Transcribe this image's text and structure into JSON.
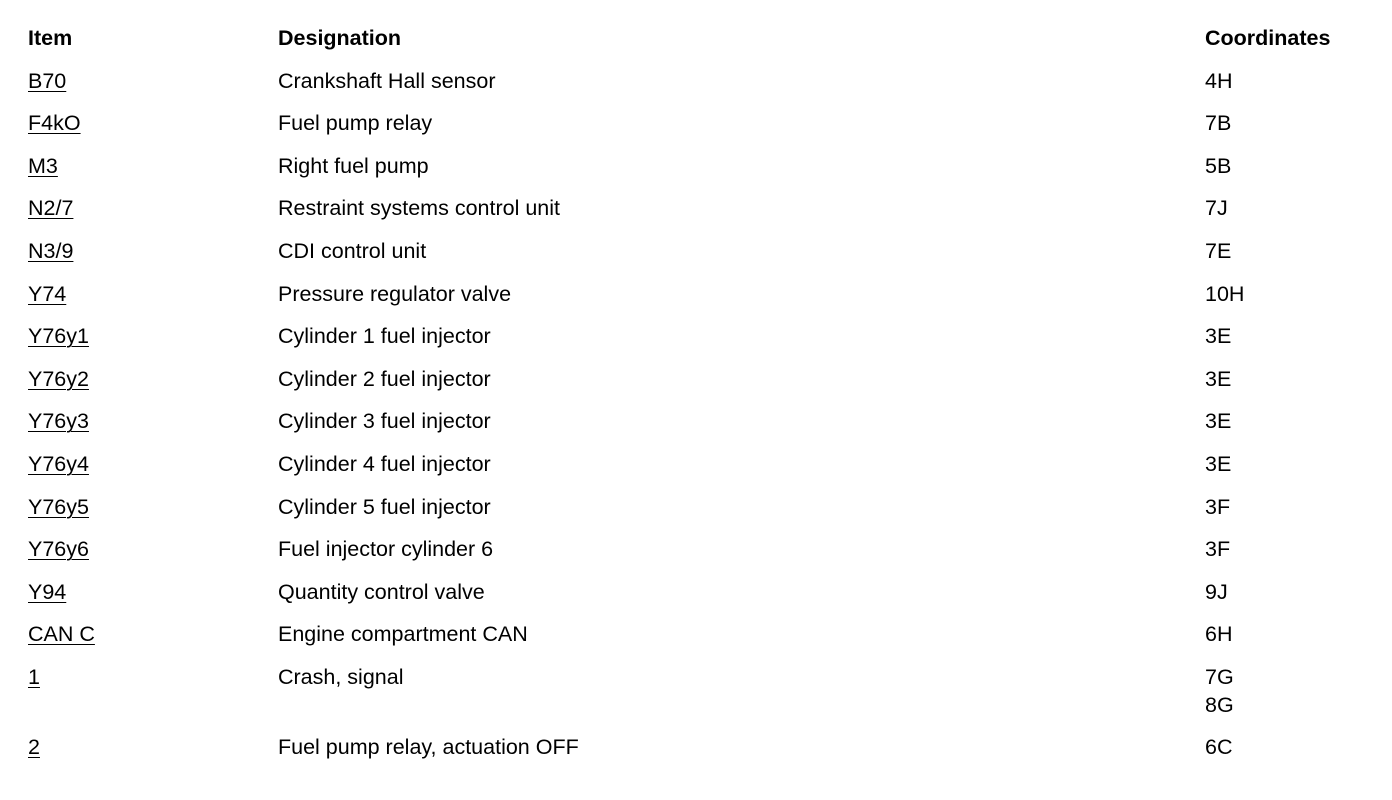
{
  "header": {
    "item": "Item",
    "designation": "Designation",
    "coordinates": "Coordinates"
  },
  "rows": [
    {
      "item": "B70",
      "designation": "Crankshaft Hall sensor",
      "coordinates": [
        "4H"
      ]
    },
    {
      "item": "F4kO",
      "designation": "Fuel pump relay",
      "coordinates": [
        "7B"
      ]
    },
    {
      "item": "M3",
      "designation": "Right fuel pump",
      "coordinates": [
        "5B"
      ]
    },
    {
      "item": "N2/7",
      "designation": "Restraint systems control unit",
      "coordinates": [
        "7J"
      ]
    },
    {
      "item": "N3/9",
      "designation": "CDI control unit",
      "coordinates": [
        "7E"
      ]
    },
    {
      "item": "Y74",
      "designation": "Pressure regulator valve",
      "coordinates": [
        "10H"
      ]
    },
    {
      "item": "Y76y1",
      "designation": "Cylinder 1 fuel injector",
      "coordinates": [
        "3E"
      ]
    },
    {
      "item": "Y76y2",
      "designation": "Cylinder 2 fuel injector",
      "coordinates": [
        "3E"
      ]
    },
    {
      "item": "Y76y3",
      "designation": "Cylinder 3 fuel injector",
      "coordinates": [
        "3E"
      ]
    },
    {
      "item": "Y76y4",
      "designation": "Cylinder 4 fuel injector",
      "coordinates": [
        "3E"
      ]
    },
    {
      "item": "Y76y5",
      "designation": "Cylinder 5 fuel injector",
      "coordinates": [
        "3F"
      ]
    },
    {
      "item": "Y76y6",
      "designation": "Fuel injector cylinder 6",
      "coordinates": [
        "3F"
      ]
    },
    {
      "item": "Y94",
      "designation": "Quantity control valve",
      "coordinates": [
        "9J"
      ]
    },
    {
      "item": "CAN C",
      "designation": "Engine compartment CAN",
      "coordinates": [
        "6H"
      ]
    },
    {
      "item": "1",
      "designation": "Crash, signal",
      "coordinates": [
        "7G",
        "8G"
      ]
    },
    {
      "item": "2",
      "designation": "Fuel pump relay, actuation OFF",
      "coordinates": [
        "6C"
      ]
    }
  ]
}
